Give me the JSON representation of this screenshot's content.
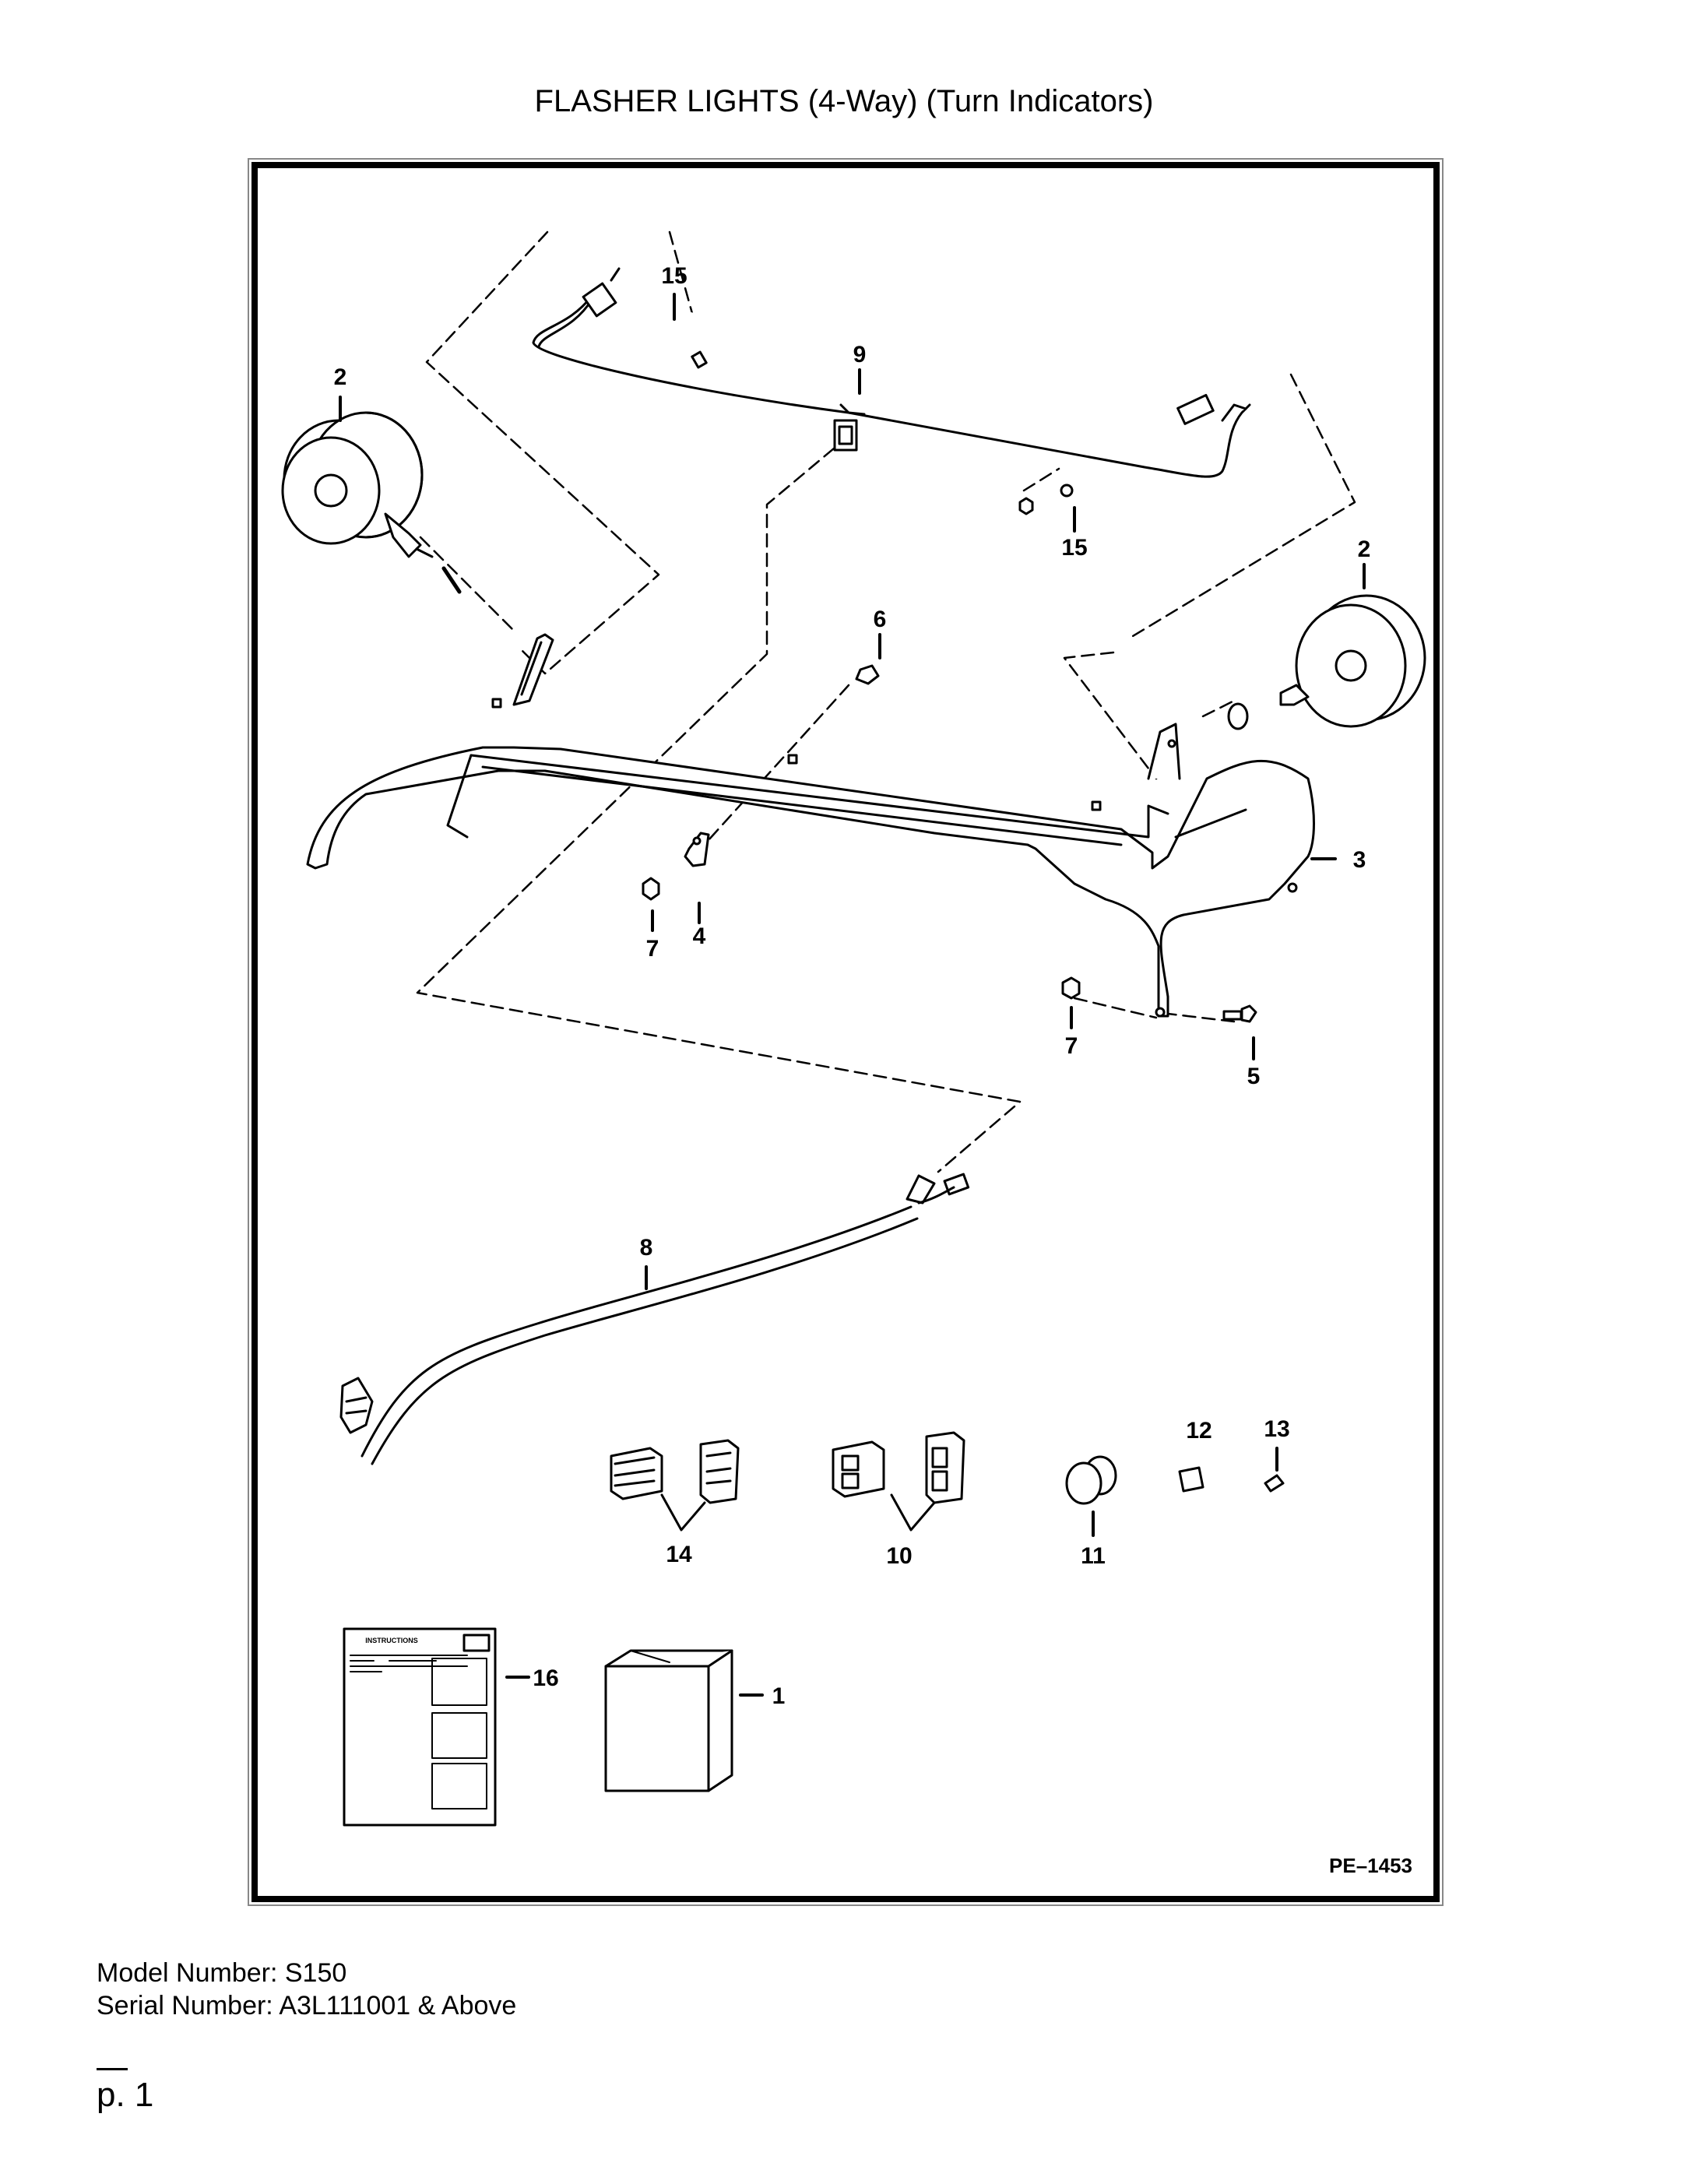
{
  "title": "FLASHER LIGHTS (4-Way) (Turn Indicators)",
  "figure_code": "PE–1453",
  "callouts": {
    "c1": "1",
    "c2a": "2",
    "c2b": "2",
    "c3": "3",
    "c4": "4",
    "c5": "5",
    "c6": "6",
    "c7a": "7",
    "c7b": "7",
    "c8": "8",
    "c9": "9",
    "c10": "10",
    "c11": "11",
    "c12": "12",
    "c13": "13",
    "c14": "14",
    "c15a": "15",
    "c15b": "15",
    "c16": "16"
  },
  "instructions_sheet": {
    "heading": "INSTRUCTIONS"
  },
  "footer": {
    "model": "Model Number: S150",
    "serial": "Serial Number: A3L111001 & Above",
    "page": "p. 1"
  }
}
